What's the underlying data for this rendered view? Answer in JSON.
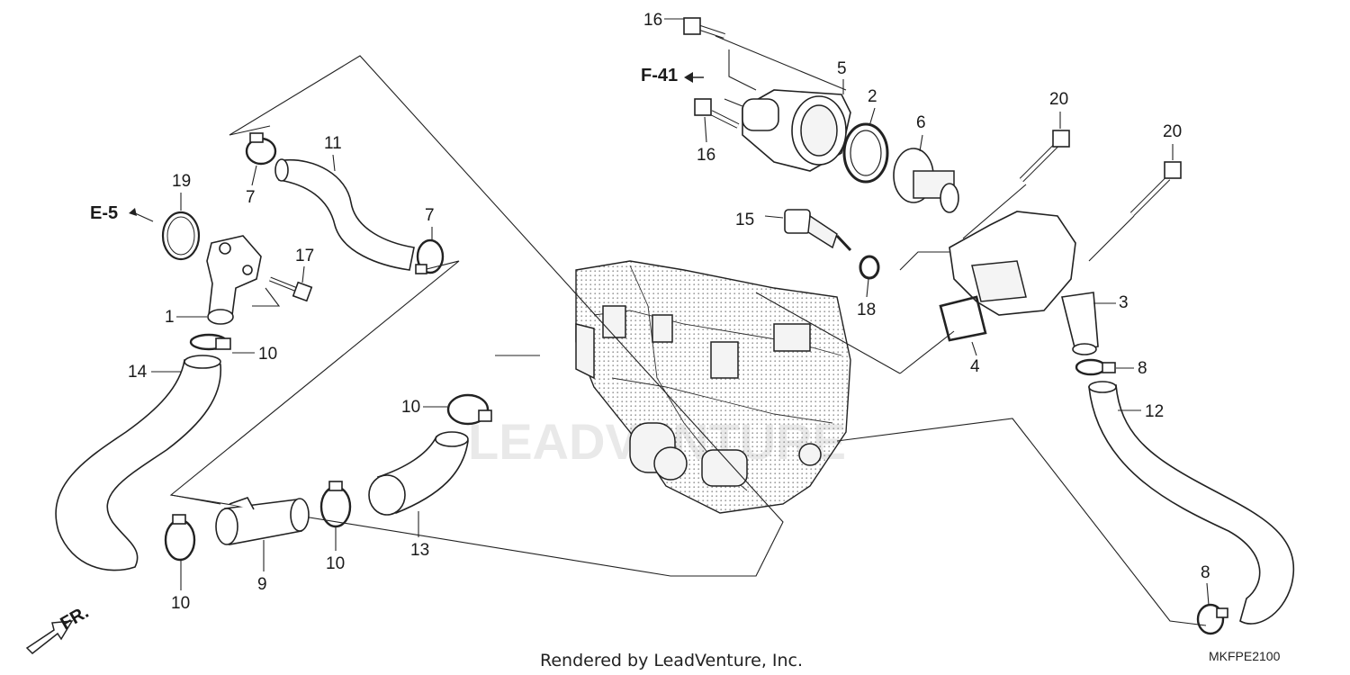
{
  "diagram": {
    "part_numbers": [
      {
        "id": "p1",
        "text": "1"
      },
      {
        "id": "p2",
        "text": "2"
      },
      {
        "id": "p3",
        "text": "3"
      },
      {
        "id": "p4",
        "text": "4"
      },
      {
        "id": "p5",
        "text": "5"
      },
      {
        "id": "p6",
        "text": "6"
      },
      {
        "id": "p7a",
        "text": "7"
      },
      {
        "id": "p7b",
        "text": "7"
      },
      {
        "id": "p8a",
        "text": "8"
      },
      {
        "id": "p8b",
        "text": "8"
      },
      {
        "id": "p9",
        "text": "9"
      },
      {
        "id": "p10a",
        "text": "10"
      },
      {
        "id": "p10b",
        "text": "10"
      },
      {
        "id": "p10c",
        "text": "10"
      },
      {
        "id": "p10d",
        "text": "10"
      },
      {
        "id": "p11",
        "text": "11"
      },
      {
        "id": "p12",
        "text": "12"
      },
      {
        "id": "p13",
        "text": "13"
      },
      {
        "id": "p14",
        "text": "14"
      },
      {
        "id": "p15",
        "text": "15"
      },
      {
        "id": "p16a",
        "text": "16"
      },
      {
        "id": "p16b",
        "text": "16"
      },
      {
        "id": "p17",
        "text": "17"
      },
      {
        "id": "p18",
        "text": "18"
      },
      {
        "id": "p19",
        "text": "19"
      },
      {
        "id": "p20a",
        "text": "20"
      },
      {
        "id": "p20b",
        "text": "20"
      }
    ],
    "references": {
      "f41": "F-41",
      "e5": "E-5",
      "front": "FR."
    },
    "footer": "Rendered by LeadVenture, Inc.",
    "diagram_code": "MKFPE2100",
    "watermark": "LEADVENTURE"
  }
}
